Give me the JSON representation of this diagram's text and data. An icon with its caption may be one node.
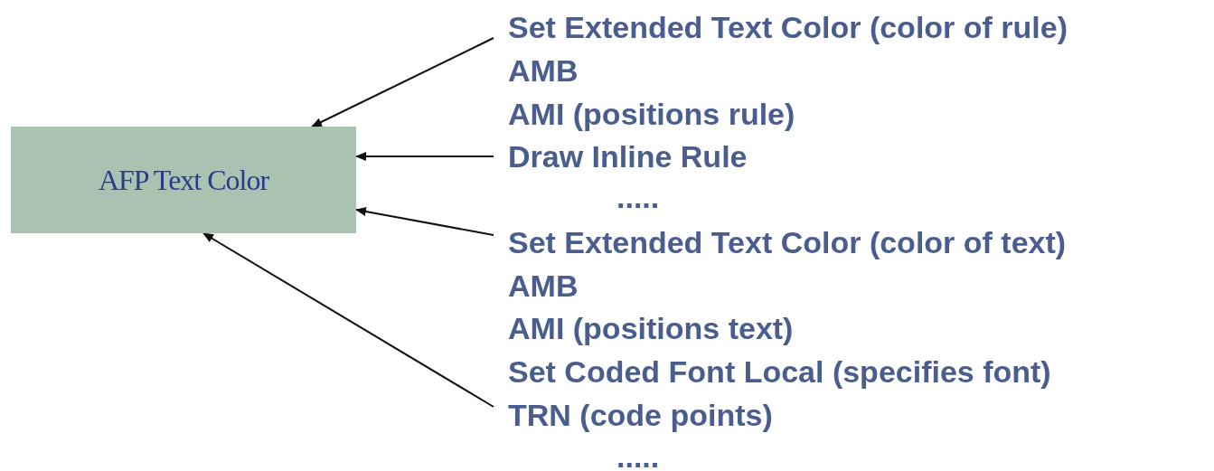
{
  "diagram": {
    "nodes": [
      {
        "text": [
          "AFP Text Color"
        ]
      },
      {
        "text": [
          "Set Extended Text Color (color of rule)"
        ]
      },
      {
        "text": [
          "Draw Inline Rule"
        ]
      },
      {
        "text": [
          "Set Extended Text Color (color of text)"
        ]
      },
      {
        "text": [
          "TRN (code points)"
        ]
      }
    ],
    "edges": [
      {
        "from": 1,
        "to": 0,
        "arrow": "to"
      },
      {
        "from": 2,
        "to": 0,
        "arrow": "to"
      },
      {
        "from": 3,
        "to": 0,
        "arrow": "to"
      },
      {
        "from": 4,
        "to": 0,
        "arrow": "to"
      }
    ],
    "labels": [
      "AMB",
      "AMI (positions rule)",
      ".....",
      "AMB",
      "AMI (positions text)",
      "Set Coded Font Local (specifies font)",
      "....."
    ]
  }
}
